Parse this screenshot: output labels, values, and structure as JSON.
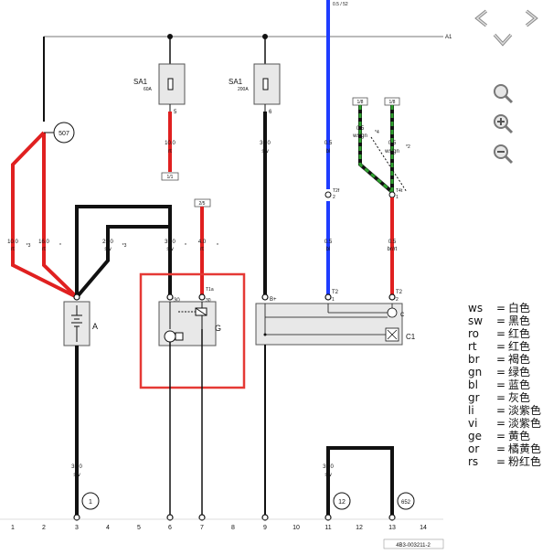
{
  "top_bus_label": "A1",
  "top_wire_label": "0.5 / 52",
  "footer_code": "4B3-003211-2",
  "bottom_numbers": [
    "1",
    "2",
    "3",
    "4",
    "5",
    "6",
    "7",
    "8",
    "9",
    "10",
    "11",
    "12",
    "13",
    "14"
  ],
  "circles": {
    "c507": "507",
    "c1": "1",
    "c12": "12",
    "c652": "652"
  },
  "fuses": {
    "sa1": {
      "name": "SA1",
      "rating": "60A",
      "terminal": "5"
    },
    "sa2": {
      "name": "SA1",
      "rating": "200A",
      "terminal": "6"
    }
  },
  "boxes": {
    "b1": "1/1",
    "b2": "2/5",
    "b3": "1/8",
    "b4": "1/8"
  },
  "wires": {
    "w_left1": {
      "size": "10.0",
      "color": "rt",
      "no": "*3"
    },
    "w_left2": {
      "size": "16.0",
      "color": "rt",
      "no": "*"
    },
    "w_sw25": {
      "size": "25.0",
      "color": "sw",
      "no": "*3"
    },
    "w_35a": {
      "size": "35.0",
      "color": "sw",
      "no": "*"
    },
    "w_4": {
      "size": "4.0",
      "color": "rt"
    },
    "w_fuse1": {
      "size": "10.0",
      "color": "rt"
    },
    "w_fuse2": {
      "size": "35.0",
      "color": "sw"
    },
    "w_bl_top": {
      "size": "0.5",
      "color": "bl"
    },
    "w_bl_bot": {
      "size": "0.5",
      "color": "bl"
    },
    "w_wsgn1": {
      "size": "0.5",
      "color": "ws/gn",
      "no": "*4"
    },
    "w_wsgn2": {
      "size": "0.5",
      "color": "ws/gn",
      "no": "*2"
    },
    "w_brrt": {
      "size": "0.5",
      "color": "br/rt"
    },
    "w_35b": {
      "size": "35.0",
      "color": "sw"
    },
    "w_36": {
      "size": "35.0",
      "color": "sw"
    }
  },
  "terminals": {
    "t_t2f": "T2f",
    "t_t4t": "T4t",
    "t_2a": "2",
    "t_1a": "1",
    "t_t2_left": "T2",
    "t_t2_left_n": "1",
    "t_t2_right": "T2",
    "t_t2_right_n": "2",
    "t_30": "30",
    "t_t1a": "T1a",
    "t_t1a_n": "30",
    "t_b_plus": "B+",
    "t_c": "C"
  },
  "components": {
    "A": "A",
    "G": "G",
    "C1": "C1"
  },
  "legend": [
    {
      "code": "ws",
      "name": "白色"
    },
    {
      "code": "sw",
      "name": "黑色"
    },
    {
      "code": "ro",
      "name": "红色"
    },
    {
      "code": "rt",
      "name": "红色"
    },
    {
      "code": "br",
      "name": "褐色"
    },
    {
      "code": "gn",
      "name": "绿色"
    },
    {
      "code": "bl",
      "name": "蓝色"
    },
    {
      "code": "gr",
      "name": "灰色"
    },
    {
      "code": "li",
      "name": "淡紫色"
    },
    {
      "code": "vi",
      "name": "淡紫色"
    },
    {
      "code": "ge",
      "name": "黄色"
    },
    {
      "code": "or",
      "name": "橘黄色"
    },
    {
      "code": "rs",
      "name": "粉红色"
    }
  ],
  "legend_eq": "=",
  "colors": {
    "red": "#e02020",
    "black": "#111111",
    "blue": "#1e3cff",
    "green": "#2ea02e",
    "highlight": "#e53935",
    "component_fill": "#e8e8e8"
  },
  "nav_icons": [
    "chevron-left-icon",
    "chevron-right-icon",
    "chevron-down-icon",
    "zoom-icon",
    "zoom-in-icon",
    "zoom-out-icon"
  ]
}
